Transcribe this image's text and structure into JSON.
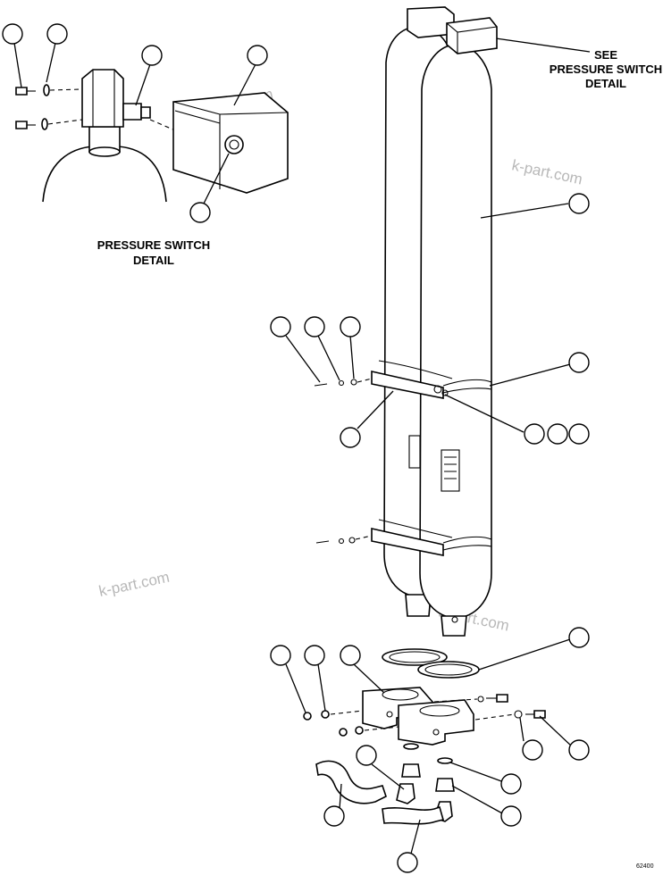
{
  "labels": {
    "see_detail": [
      "SEE",
      "PRESSURE SWITCH",
      "DETAIL"
    ],
    "detail_title": [
      "PRESSURE SWITCH",
      "DETAIL"
    ]
  },
  "watermarks": [
    "k-part.com",
    "k-part.com",
    "k-part.com",
    "k-part.com"
  ],
  "figure_number": "62400"
}
